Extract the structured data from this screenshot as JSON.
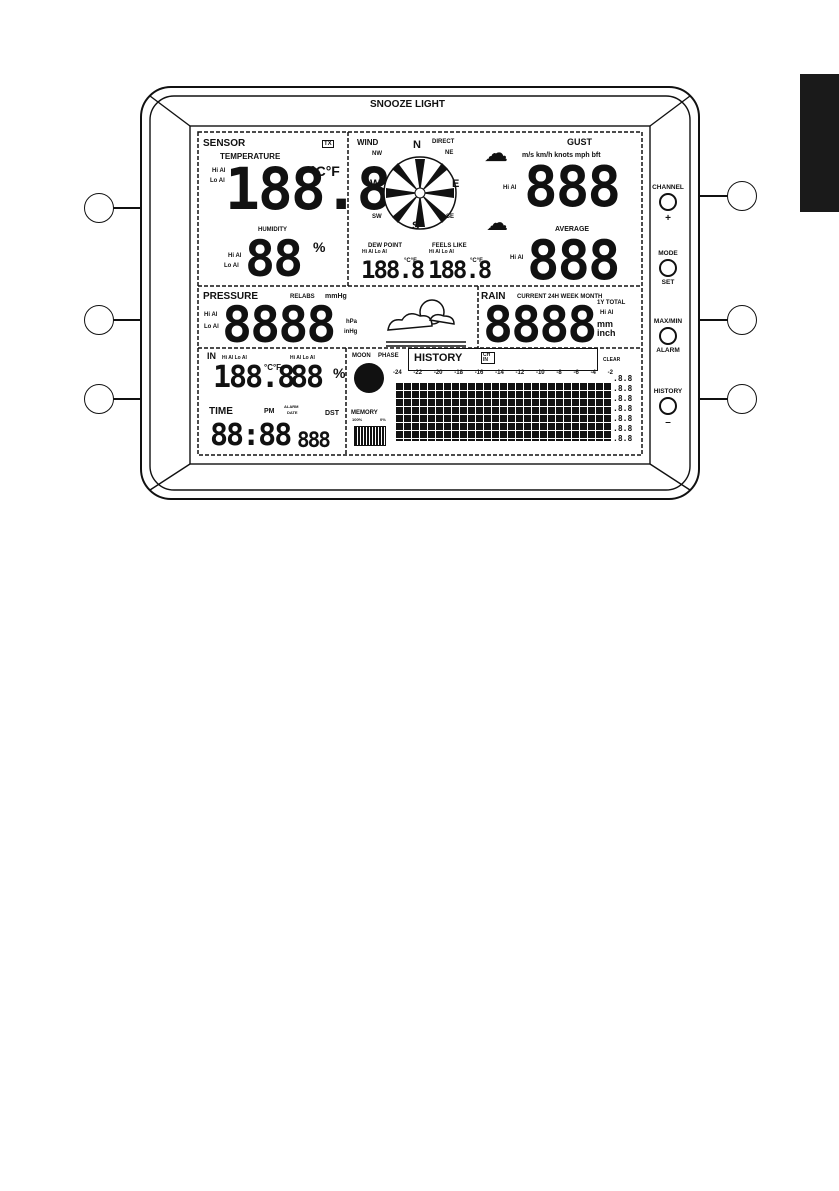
{
  "device": {
    "brand": "SNOOZE LIGHT",
    "sensor": {
      "title": "SENSOR",
      "battery": "TX",
      "temperature_label": "TEMPERATURE",
      "temperature_value": "188.8",
      "temperature_units": "°C°F",
      "hi_al": "Hi Al",
      "lo_al": "Lo Al",
      "humidity_label": "HUMIDITY",
      "humidity_value": "88",
      "humidity_unit": "%"
    },
    "wind": {
      "title": "WIND",
      "direct": "DIRECT",
      "compass": {
        "n": "N",
        "ne": "NE",
        "e": "E",
        "se": "SE",
        "s": "S",
        "sw": "SW",
        "w": "W",
        "nw": "NW"
      },
      "gust_label": "GUST",
      "units": "m/s km/h knots mph bft",
      "gust_value": "888",
      "average_label": "AVERAGE",
      "average_value": "888",
      "hi_al": "Hi Al",
      "dew_point_label": "DEW POINT",
      "dew_point_value": "188.8",
      "feels_like_label": "FEELS LIKE",
      "feels_like_value": "188.8",
      "dp_flags": "Hi Al Lo Al",
      "fl_flags": "Hi Al Lo Al",
      "deg_units": "°C°F"
    },
    "pressure": {
      "title": "PRESSURE",
      "relabs": "RELABS",
      "unit_mmhg": "mmHg",
      "value": "8888",
      "unit_hpa": "hPa",
      "unit_inhg": "inHg",
      "hi_al": "Hi Al",
      "lo_al": "Lo Al"
    },
    "rain": {
      "title": "RAIN",
      "periods": "CURRENT 24H WEEK MONTH",
      "total": "1Y TOTAL",
      "value": "8888",
      "hi_al": "Hi Al",
      "unit_mm": "mm",
      "unit_inch": "inch"
    },
    "indoor": {
      "title": "IN",
      "temp_flags": "Hi Al Lo Al",
      "temp_value": "188.8",
      "temp_units": "°C°F",
      "hum_flags": "Hi Al Lo Al",
      "hum_value": "88",
      "hum_unit": "%"
    },
    "time": {
      "title": "TIME",
      "pm": "PM",
      "alarm": "ALARM",
      "date": "DATE",
      "dst": "DST",
      "digits": "88:88",
      "seconds": "888"
    },
    "moon": {
      "label": "MOON",
      "phase": "PHASE"
    },
    "memory": {
      "label": "MEMORY",
      "full": "100%",
      "empty": "0%"
    },
    "history": {
      "title": "HISTORY",
      "channel_box": "CH IN",
      "clear": "CLEAR",
      "hours": [
        "-24",
        "-22",
        "-20",
        "-18",
        "-16",
        "-14",
        "-12",
        "-10",
        "-8",
        "-6",
        "-4",
        "-2"
      ],
      "scale": [
        ".8.8",
        ".8.8",
        ".8.8",
        ".8.8",
        ".8.8",
        ".8.8",
        ".8.8"
      ]
    }
  },
  "buttons": {
    "channel": "CHANNEL",
    "plus": "+",
    "mode": "MODE",
    "set": "SET",
    "maxmin": "MAX/MIN",
    "alarm": "ALARM",
    "history": "HISTORY",
    "minus": "–"
  }
}
